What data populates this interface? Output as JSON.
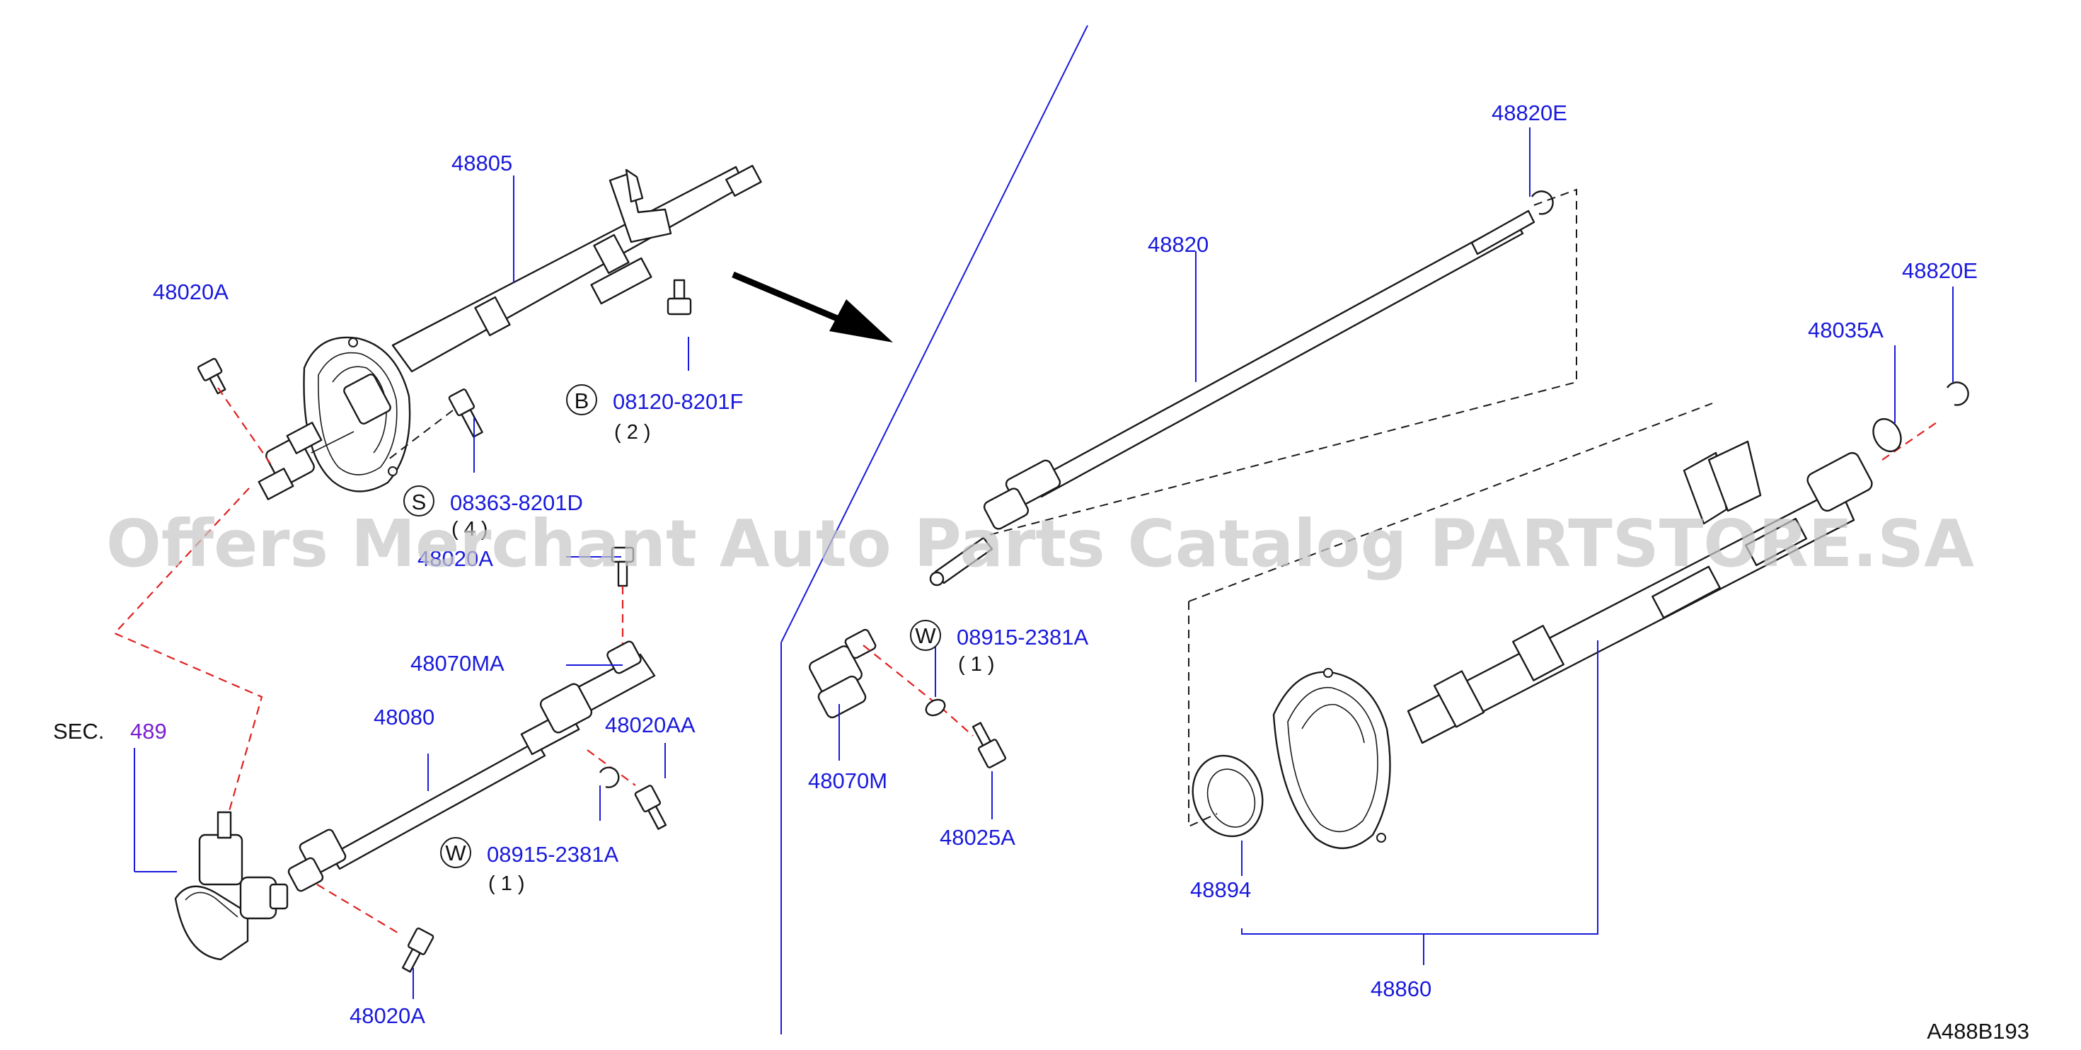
{
  "diagram_code": "A488B193",
  "watermark": "Offers Merchant Auto Parts Catalog PARTSTORE.SA",
  "section_ref": {
    "prefix": "SEC.",
    "number": "489"
  },
  "part_labels": {
    "p48805": "48805",
    "p48020A_top": "48020A",
    "p48020A_mid": "48020A",
    "p48020A_bottom": "48020A",
    "p48070MA": "48070MA",
    "p48080": "48080",
    "p48020AA": "48020AA",
    "p48820": "48820",
    "p48820E_top": "48820E",
    "p48820E_right": "48820E",
    "p48035A": "48035A",
    "p48070M": "48070M",
    "p48025A": "48025A",
    "p48894": "48894",
    "p48860": "48860"
  },
  "fasteners": {
    "bolt_b": {
      "symbol": "B",
      "part": "08120-8201F",
      "qty": "( 2 )"
    },
    "screw_s": {
      "symbol": "S",
      "part": "08363-8201D",
      "qty": "( 4 )"
    },
    "washer_w_left": {
      "symbol": "W",
      "part": "08915-2381A",
      "qty": "( 1 )"
    },
    "washer_w_right": {
      "symbol": "W",
      "part": "08915-2381A",
      "qty": "( 1 )"
    }
  },
  "colors": {
    "part_number": "#1a1adc",
    "section_number": "#7a1fd0",
    "hidden_line": "#e02020",
    "outline": "#1a1a1a"
  },
  "icons": [
    "direction-arrow-icon",
    "bolt-icon",
    "washer-icon",
    "snap-ring-icon"
  ]
}
